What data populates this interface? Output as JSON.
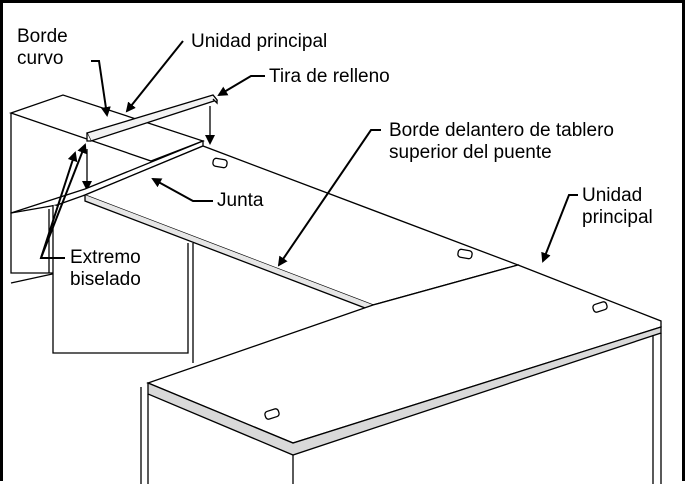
{
  "labels": {
    "borde_curvo": [
      "Borde",
      "curvo"
    ],
    "unidad_principal_left": "Unidad principal",
    "tira_de_relleno": "Tira de relleno",
    "borde_delantero": [
      "Borde delantero de tablero",
      "superior del puente"
    ],
    "junta": "Junta",
    "unidad_principal_right": [
      "Unidad",
      "principal"
    ],
    "extremo_biselado": [
      "Extremo",
      "biselado"
    ]
  },
  "colors": {
    "line": "#000000",
    "panel_shade": "#d9d9d9",
    "panel_light": "#eeeeee",
    "background": "#ffffff"
  }
}
